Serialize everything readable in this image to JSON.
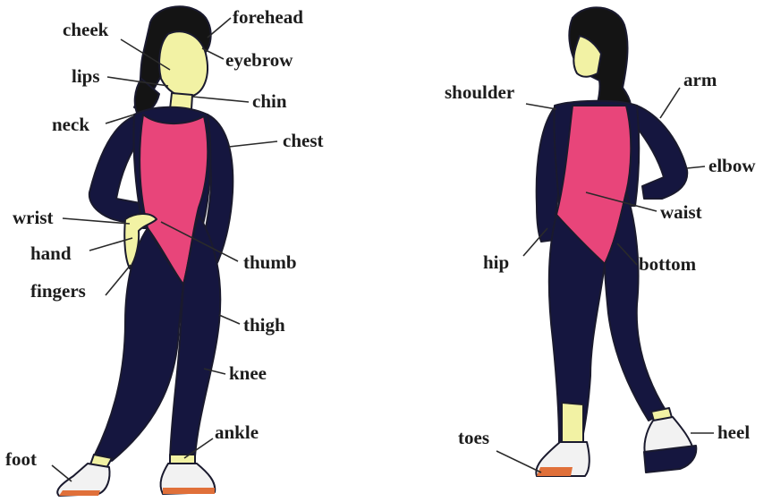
{
  "colors": {
    "skin": "#f2f2a4",
    "suit_dark": "#15163f",
    "suit_pink": "#e8457a",
    "hair": "#141414",
    "shoe": "#f2f2f2",
    "sole": "#e0703a",
    "line": "#2a2a2a"
  },
  "front_labels": {
    "forehead": "forehead",
    "cheek": "cheek",
    "eyebrow": "eyebrow",
    "lips": "lips",
    "chin": "chin",
    "neck": "neck",
    "chest": "chest",
    "wrist": "wrist",
    "hand": "hand",
    "thumb": "thumb",
    "fingers": "fingers",
    "thigh": "thigh",
    "knee": "knee",
    "ankle": "ankle",
    "foot": "foot"
  },
  "back_labels": {
    "shoulder": "shoulder",
    "arm": "arm",
    "elbow": "elbow",
    "waist": "waist",
    "hip": "hip",
    "bottom": "bottom",
    "toes": "toes",
    "heel": "heel"
  }
}
